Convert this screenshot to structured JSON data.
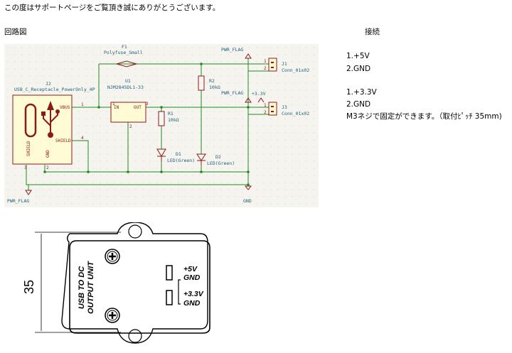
{
  "intro": "この度はサポートページをご覧頂き誠にありがとうございます。",
  "schematic_heading": "回路図",
  "connection_heading": "接続",
  "connections": [
    "1.+5V",
    "2.GND",
    "1.+3.3V",
    "2.GND",
    "M3ネジで固定ができます。（取付ﾋﾟｯﾁ 35mm)"
  ],
  "schematic": {
    "f1_ref": "F1",
    "f1_val": "Polyfuse_Small",
    "j2_ref": "J2",
    "j2_val": "USB_C_Receptacle_PowerOnly_4P",
    "u1_ref": "U1",
    "u1_val": "NJM2845DL1-33",
    "r1_ref": "R1",
    "r1_val": "10kΩ",
    "r2_ref": "R2",
    "r2_val": "10kΩ",
    "d1_ref": "D1",
    "d1_val": "LED(Green)",
    "d2_ref": "D2",
    "d2_val": "LED(Green)",
    "j1_ref": "J1",
    "j1_val": "Conn_01x02",
    "j3_ref": "J3",
    "j3_val": "Conn_01x02",
    "pwr_flag": "PWR_FLAG",
    "gnd": "GND",
    "v33": "+3.3V",
    "pin_vbus": "VBUS",
    "pin_shield": "SHIELD",
    "pin_gnd": "GND",
    "pin_in": "IN",
    "pin_out": "OUT",
    "n1": "1",
    "n2": "2",
    "n3": "3",
    "n4": "4"
  },
  "drawing": {
    "dimension": "35",
    "title_line1": "USB TO DC",
    "title_line2": "OUTPUT UNIT",
    "label_5v": "+5V",
    "label_gnd1": "GND",
    "label_33v": "+3.3V",
    "label_gnd2": "GND"
  }
}
